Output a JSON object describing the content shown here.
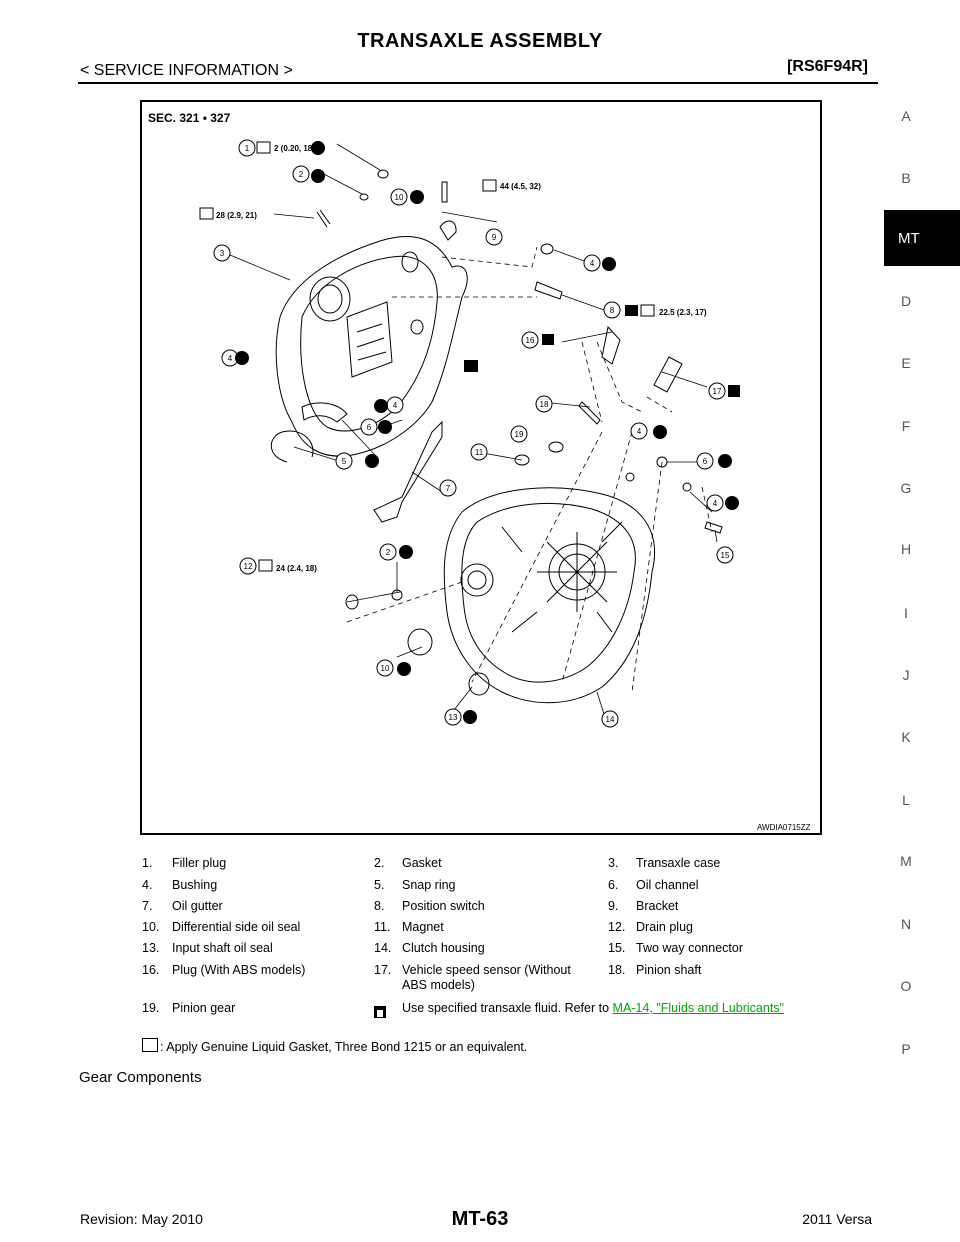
{
  "header": {
    "title": "TRANSAXLE ASSEMBLY",
    "section": "< SERVICE INFORMATION >",
    "code": "[RS6F94R]"
  },
  "side_index": {
    "letters": [
      "A",
      "B",
      "MT",
      "D",
      "E",
      "F",
      "G",
      "H",
      "I",
      "J",
      "K",
      "L",
      "M",
      "N",
      "O",
      "P"
    ],
    "active": "MT"
  },
  "figure": {
    "section_ref": "SEC. 321 • 327",
    "image_code": "AWDIA0715ZZ",
    "torques": {
      "t1": "2 (0.20, 18)",
      "t10": "44 (4.5, 32)",
      "t3": "28 (2.9, 21)",
      "t8": "22.5 (2.3, 17)",
      "t12": "24 (2.4, 18)"
    },
    "callouts": [
      "1",
      "2",
      "10",
      "3",
      "9",
      "4",
      "8",
      "16",
      "4",
      "17",
      "4",
      "18",
      "6",
      "19",
      "4",
      "5",
      "11",
      "6",
      "7",
      "4",
      "15",
      "2",
      "12",
      "10",
      "13",
      "14"
    ]
  },
  "legend": {
    "rows": [
      [
        {
          "num": "1.",
          "label": "Filler plug"
        },
        {
          "num": "2.",
          "label": "Gasket"
        },
        {
          "num": "3.",
          "label": "Transaxle case"
        }
      ],
      [
        {
          "num": "4.",
          "label": "Bushing"
        },
        {
          "num": "5.",
          "label": "Snap ring"
        },
        {
          "num": "6.",
          "label": "Oil channel"
        }
      ],
      [
        {
          "num": "7.",
          "label": "Oil gutter"
        },
        {
          "num": "8.",
          "label": "Position switch"
        },
        {
          "num": "9.",
          "label": "Bracket"
        }
      ],
      [
        {
          "num": "10.",
          "label": "Differential side oil seal"
        },
        {
          "num": "11.",
          "label": "Magnet"
        },
        {
          "num": "12.",
          "label": "Drain plug"
        }
      ],
      [
        {
          "num": "13.",
          "label": "Input shaft oil seal"
        },
        {
          "num": "14.",
          "label": "Clutch housing"
        },
        {
          "num": "15.",
          "label": "Two way connector"
        }
      ],
      [
        {
          "num": "16.",
          "label": "Plug (With ABS models)"
        },
        {
          "num": "17.",
          "label": "Vehicle speed sensor (Without"
        },
        {
          "num": "18.",
          "label": "Pinion shaft"
        }
      ]
    ],
    "row6_cont": "ABS models)",
    "row7": {
      "num": "19.",
      "label": "Pinion gear"
    },
    "fluid_note": "Use specified transaxle fluid. Refer to",
    "fluid_link": "MA-14, \"Fluids and Lubricants\""
  },
  "note": ": Apply Genuine Liquid Gasket, Three Bond 1215 or an equivalent.",
  "gear_heading": "Gear Components",
  "footer": {
    "revision": "Revision: May 2010",
    "page": "MT-63",
    "model": "2011 Versa"
  }
}
